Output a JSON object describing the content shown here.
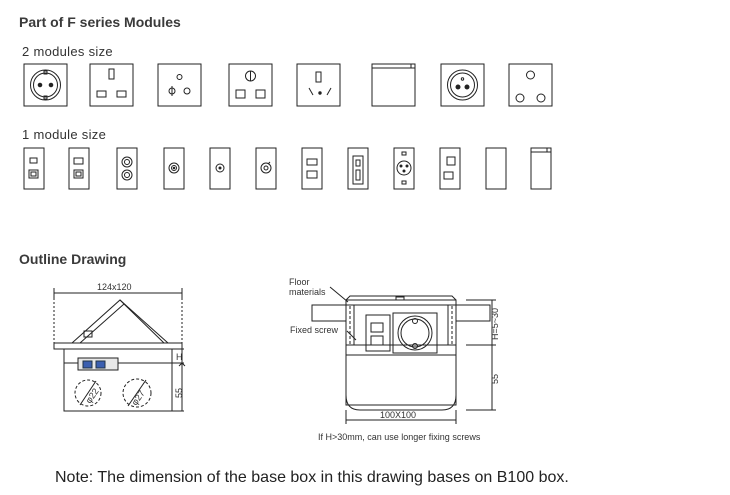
{
  "title": "Part of F series Modules",
  "section_2module": "2 modules size",
  "section_1module": "1 module size",
  "outline_title": "Outline Drawing",
  "left_drawing": {
    "top_dim": "124x120",
    "side_dim": "55",
    "h_label": "H",
    "hole1": "φ22",
    "hole2": "φ27"
  },
  "right_drawing": {
    "floor_label_1": "Floor",
    "floor_label_2": "materials",
    "screw_label": "Fixed screw",
    "h_dim": "H=5~30",
    "side_dim": "55",
    "bottom_dim": "100X100",
    "caption": "If H>30mm, can use longer fixing screws"
  },
  "note": "Note: The dimension of the base box in this drawing bases on B100 box."
}
